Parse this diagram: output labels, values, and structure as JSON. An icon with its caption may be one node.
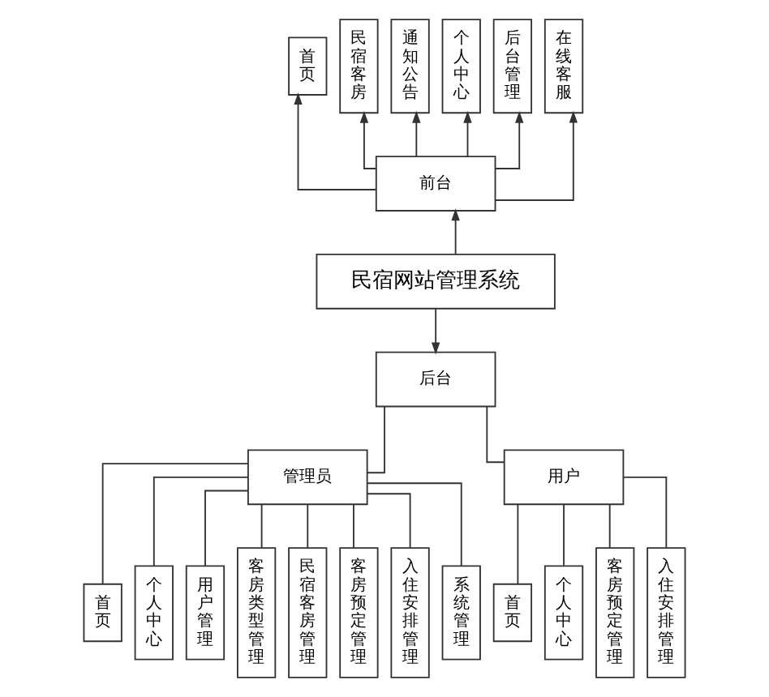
{
  "diagram": {
    "nodes": [
      {
        "text": [
          "首页"
        ]
      },
      {
        "text": [
          "民宿客房"
        ]
      },
      {
        "text": [
          "通知公告"
        ]
      },
      {
        "text": [
          "个人中心"
        ]
      },
      {
        "text": [
          "后台管理"
        ]
      },
      {
        "text": [
          "在线客服"
        ]
      },
      {
        "text": [
          "前台"
        ]
      },
      {
        "text": [
          "民宿网站管理系统"
        ]
      },
      {
        "text": [
          "后台"
        ]
      },
      {
        "text": [
          "管理员"
        ]
      },
      {
        "text": [
          "用户"
        ]
      },
      {
        "text": [
          "首页"
        ]
      },
      {
        "text": [
          "个人中心"
        ]
      },
      {
        "text": [
          "用户管理"
        ]
      },
      {
        "text": [
          "客房类型管理"
        ]
      },
      {
        "text": [
          "民宿客房管理"
        ]
      },
      {
        "text": [
          "客房预定管理"
        ]
      },
      {
        "text": [
          "入住安排管理"
        ]
      },
      {
        "text": [
          "系统管理"
        ]
      },
      {
        "text": [
          "首页"
        ]
      },
      {
        "text": [
          "个人中心"
        ]
      },
      {
        "text": [
          "客房预定管理"
        ]
      },
      {
        "text": [
          "入住安排管理"
        ]
      }
    ],
    "edges": [
      {
        "from": 6,
        "to": 0,
        "arrow": "to"
      },
      {
        "from": 6,
        "to": 1,
        "arrow": "to"
      },
      {
        "from": 6,
        "to": 2,
        "arrow": "to"
      },
      {
        "from": 6,
        "to": 3,
        "arrow": "to"
      },
      {
        "from": 6,
        "to": 4,
        "arrow": "to"
      },
      {
        "from": 6,
        "to": 5,
        "arrow": "to"
      },
      {
        "from": 7,
        "to": 6,
        "arrow": "to"
      },
      {
        "from": 7,
        "to": 8,
        "arrow": "to"
      },
      {
        "from": 8,
        "to": 9,
        "arrow": "none"
      },
      {
        "from": 8,
        "to": 10,
        "arrow": "none"
      },
      {
        "from": 9,
        "to": 11,
        "arrow": "none"
      },
      {
        "from": 9,
        "to": 12,
        "arrow": "none"
      },
      {
        "from": 9,
        "to": 13,
        "arrow": "none"
      },
      {
        "from": 9,
        "to": 14,
        "arrow": "none"
      },
      {
        "from": 9,
        "to": 15,
        "arrow": "none"
      },
      {
        "from": 9,
        "to": 16,
        "arrow": "none"
      },
      {
        "from": 9,
        "to": 17,
        "arrow": "none"
      },
      {
        "from": 9,
        "to": 18,
        "arrow": "none"
      },
      {
        "from": 10,
        "to": 19,
        "arrow": "none"
      },
      {
        "from": 10,
        "to": 20,
        "arrow": "none"
      },
      {
        "from": 10,
        "to": 21,
        "arrow": "none"
      },
      {
        "from": 10,
        "to": 22,
        "arrow": "none"
      }
    ]
  }
}
